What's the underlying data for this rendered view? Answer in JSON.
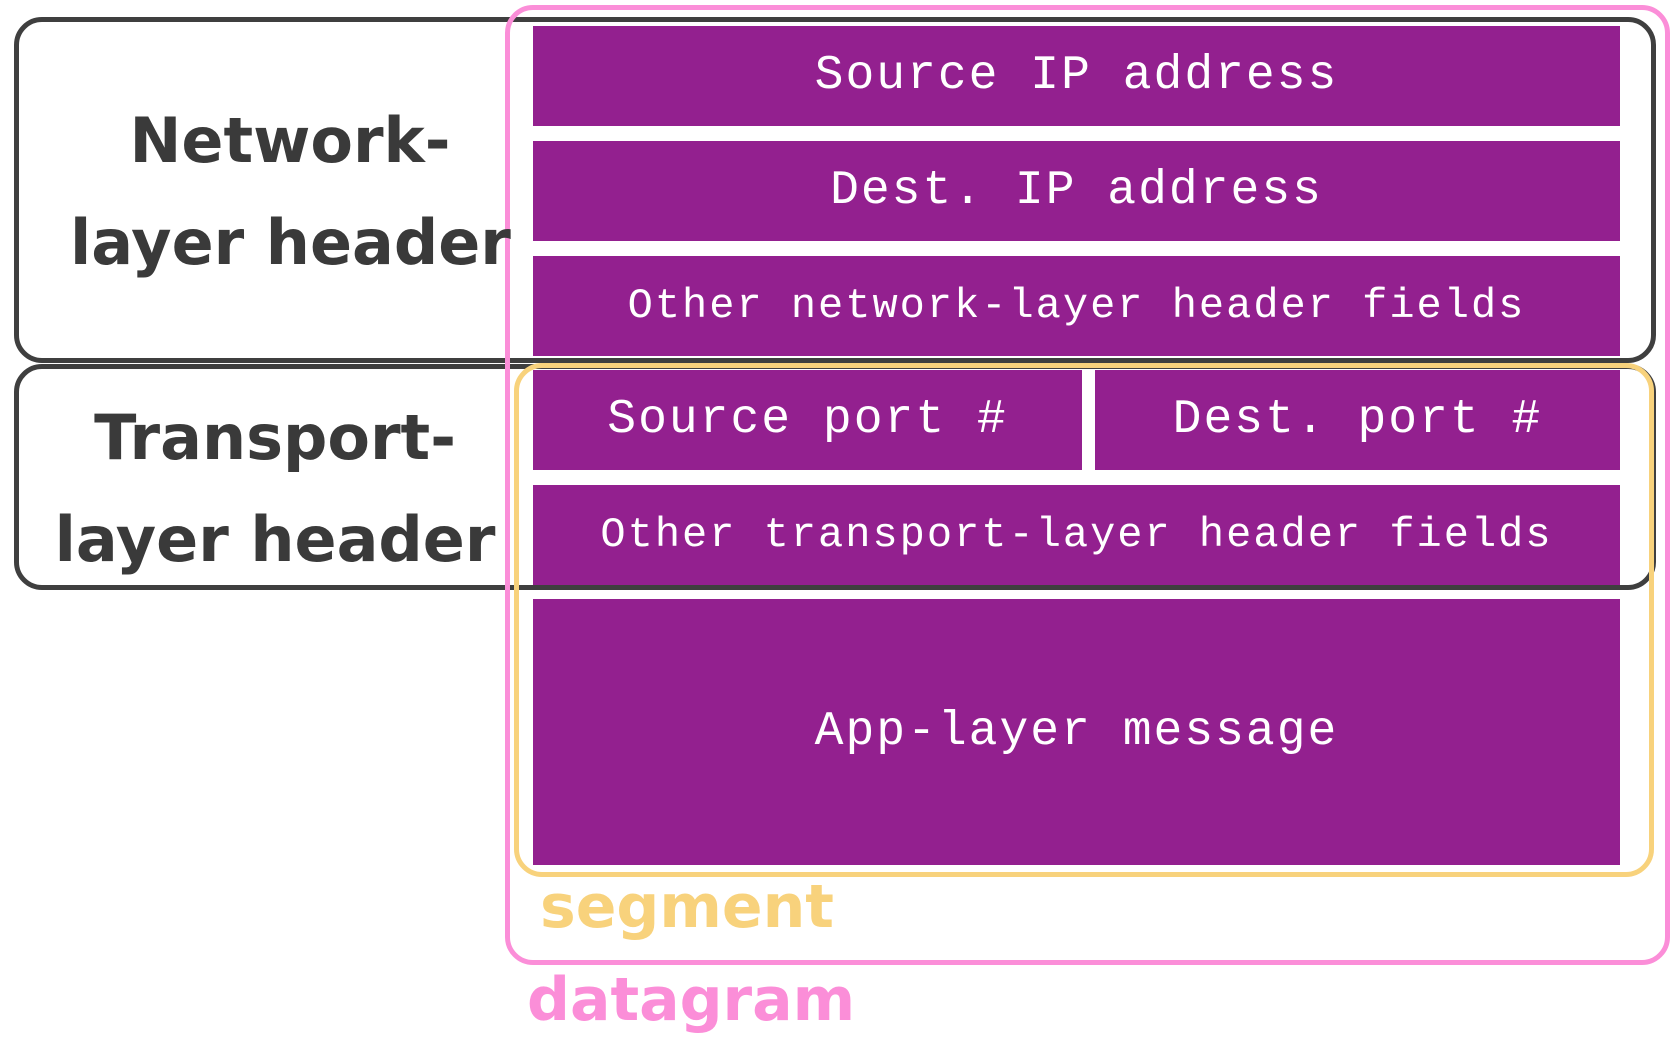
{
  "colors": {
    "field_fill": "#93208f",
    "field_text": "#ffffff",
    "header_frame": "#3f3f3f",
    "segment_accent": "#f8d27c",
    "datagram_accent": "#fb8ed8"
  },
  "labels": {
    "network_header": [
      "Network-",
      "layer header"
    ],
    "transport_header": [
      "Transport-",
      "layer header"
    ],
    "segment": "segment",
    "datagram": "datagram"
  },
  "fields": {
    "source_ip": "Source IP address",
    "dest_ip": "Dest. IP address",
    "other_network": "Other network-layer header fields",
    "source_port": "Source port #",
    "dest_port": "Dest. port #",
    "other_transport": "Other transport-layer header fields",
    "app_message": "App-layer message"
  }
}
